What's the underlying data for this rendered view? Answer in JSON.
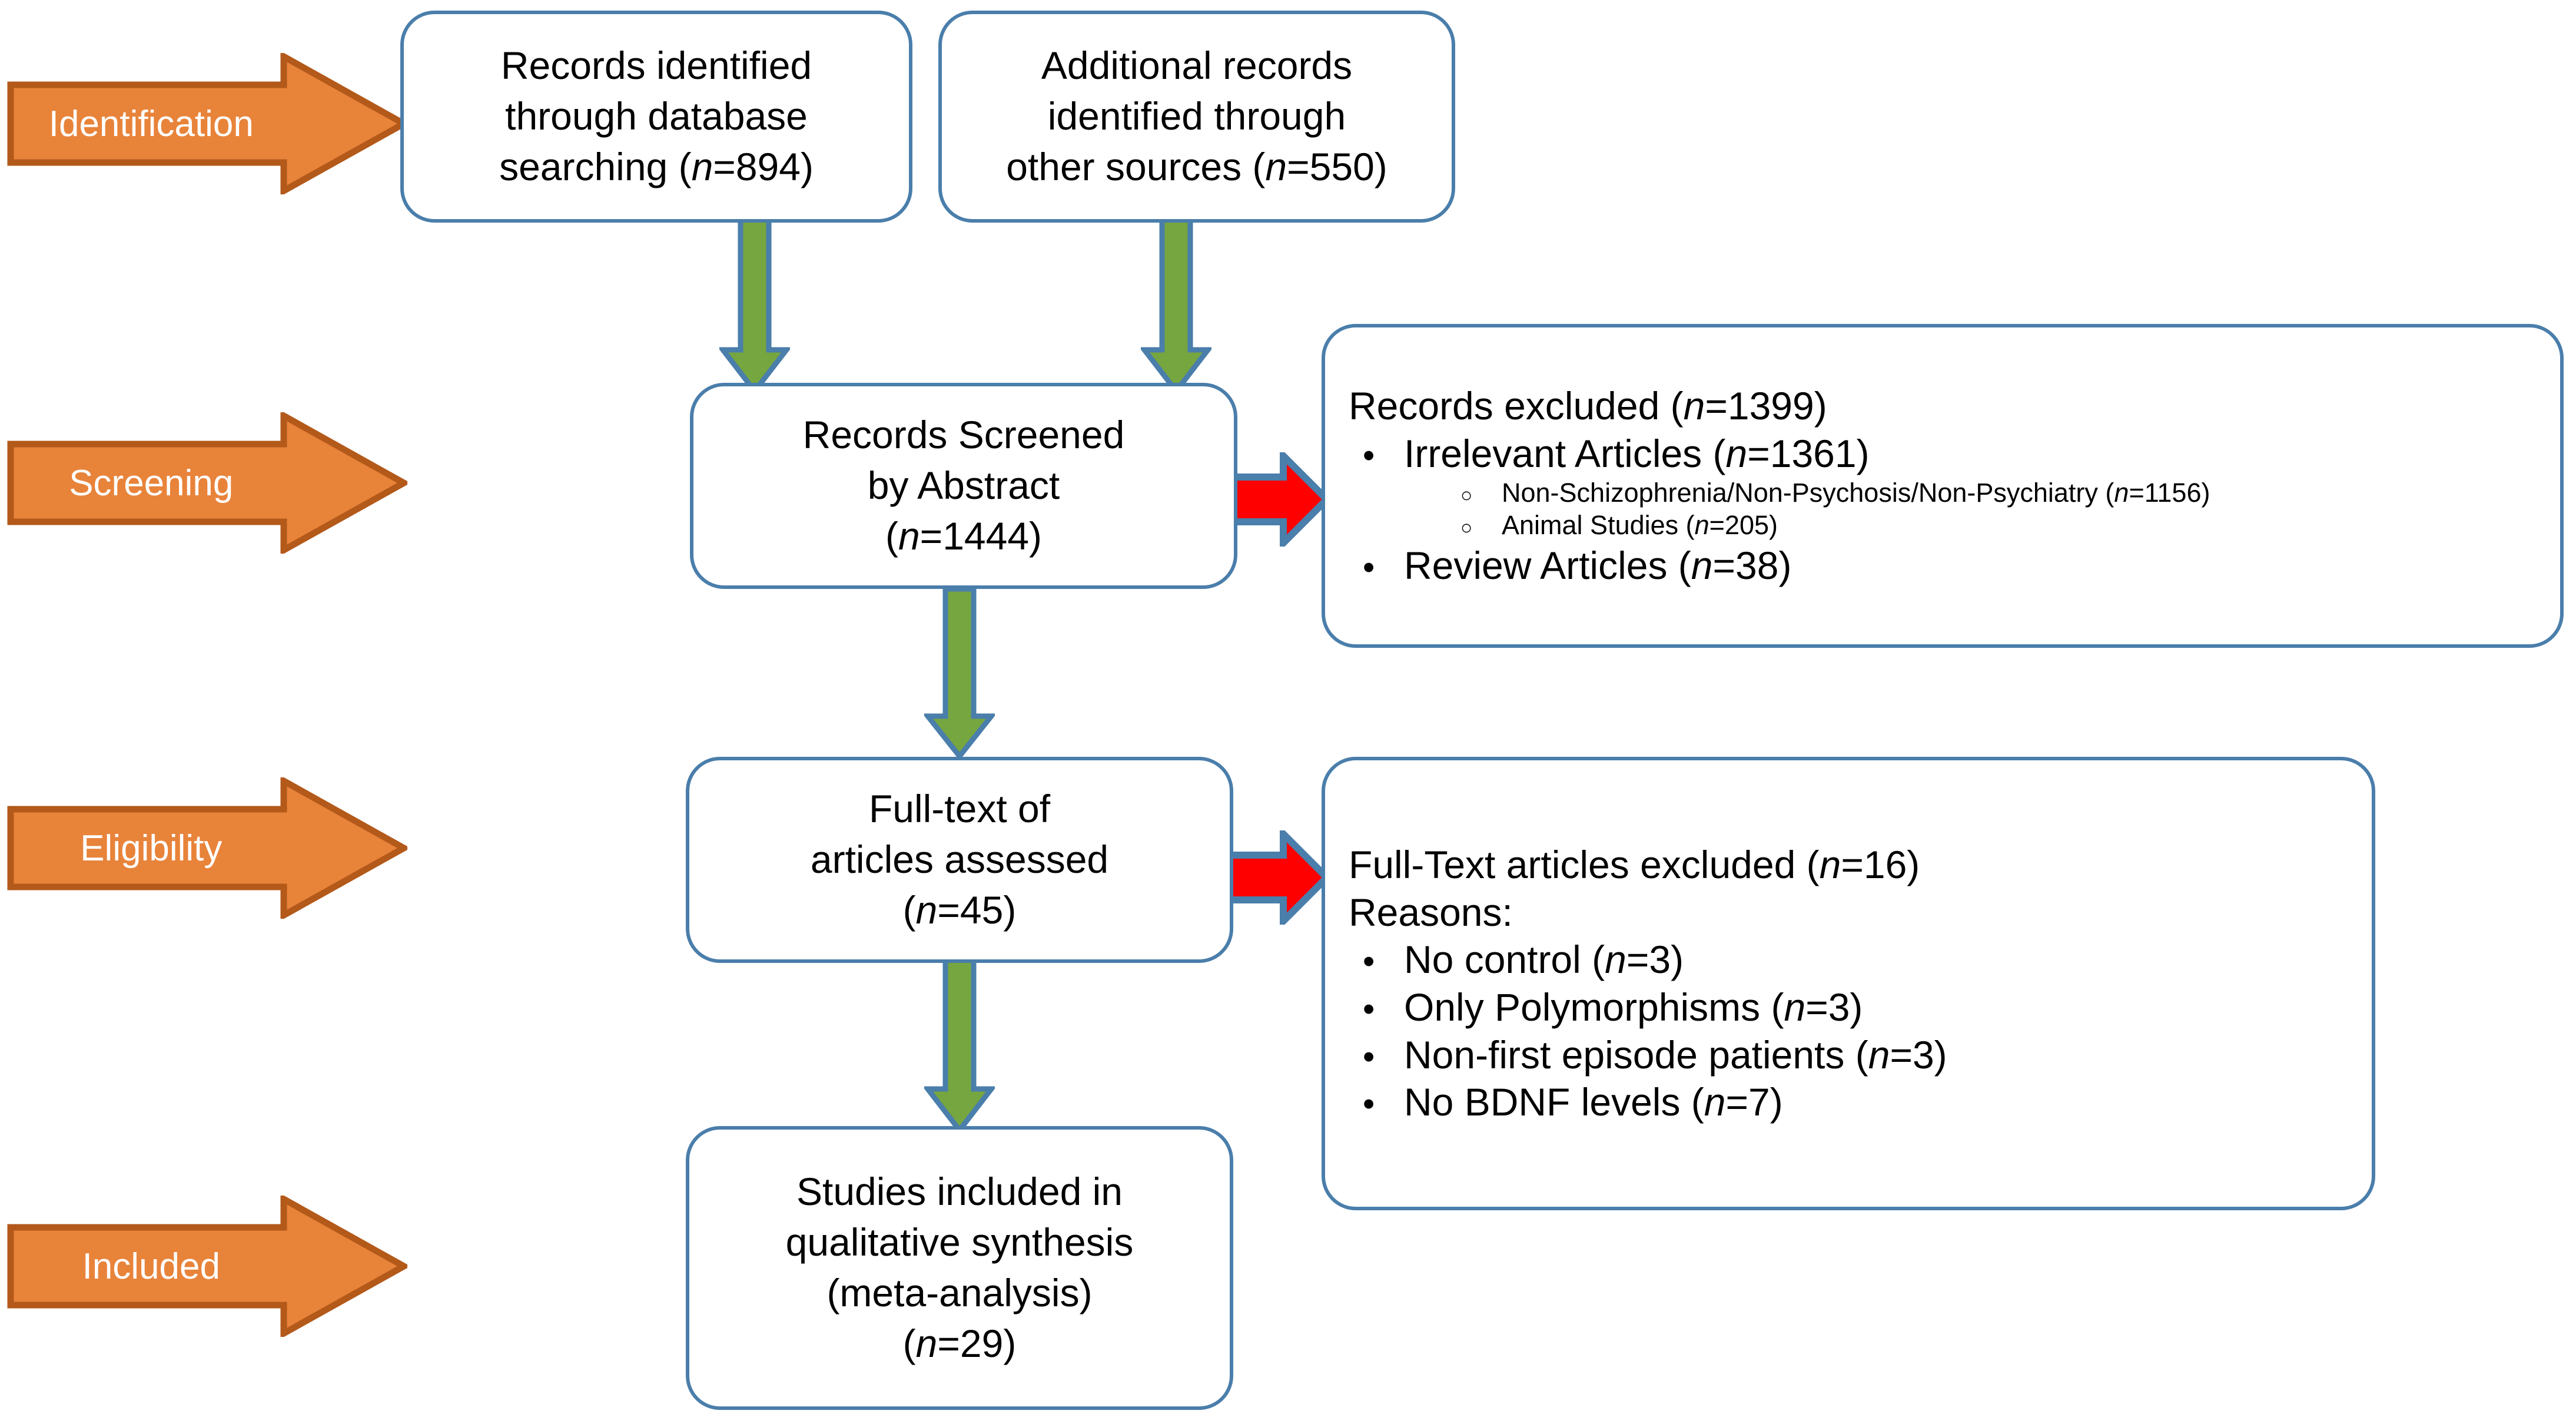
{
  "diagram": {
    "title": "PRISMA flow diagram",
    "colors": {
      "box_border": "#4A7EAB",
      "stage_arrow_fill": "#E8833A",
      "stage_arrow_stroke": "#B3591A",
      "stage_arrow_text": "#FFFFFF",
      "down_arrow_fill": "#76A63F",
      "down_arrow_stroke": "#4A7EAB",
      "exclude_arrow_fill": "#FF0000",
      "exclude_arrow_stroke": "#4A7EAB",
      "text": "#000000",
      "background": "#FFFFFF"
    }
  },
  "stages": [
    {
      "label": "Identification"
    },
    {
      "label": "Screening"
    },
    {
      "label": "Eligibility"
    },
    {
      "label": "Included"
    }
  ],
  "boxes": {
    "database_records": {
      "lines": [
        "Records identified",
        "through database",
        "searching ("
      ],
      "line1": "Records identified",
      "line2": "through database",
      "line3_pre": "searching (",
      "line3_n": "n",
      "line3_post": "=894)",
      "count": 894
    },
    "other_records": {
      "line1": "Additional records",
      "line2": "identified through",
      "line3_pre": "other sources (",
      "line3_n": "n",
      "line3_post": "=550)",
      "count": 550
    },
    "records_screened": {
      "line1": "Records Screened",
      "line2": "by Abstract",
      "line3_pre": "(",
      "line3_n": "n",
      "line3_post": "=1444)",
      "count": 1444
    },
    "full_text_assessed": {
      "line1": "Full-text of",
      "line2": "articles assessed",
      "line3_pre": "(",
      "line3_n": "n",
      "line3_post": "=45)",
      "count": 45
    },
    "studies_included": {
      "line1": "Studies included in",
      "line2": "qualitative synthesis",
      "line3": "(meta-analysis)",
      "line4_pre": "(",
      "line4_n": "n",
      "line4_post": "=29)",
      "count": 29
    }
  },
  "panels": {
    "records_excluded": {
      "heading_pre": "Records excluded (",
      "heading_n": "n",
      "heading_post": "=1399)",
      "total": 1399,
      "items": [
        {
          "level": 1,
          "marker": "•",
          "pre": "Irrelevant Articles (",
          "n": "n",
          "post": "=1361)",
          "count": 1361
        },
        {
          "level": 2,
          "marker": "○",
          "pre": "Non-Schizophrenia/Non-Psychosis/Non-Psychiatry (",
          "n": "n",
          "post": "=1156)",
          "count": 1156
        },
        {
          "level": 2,
          "marker": "○",
          "pre": "Animal Studies (",
          "n": "n",
          "post": "=205)",
          "count": 205
        },
        {
          "level": 1,
          "marker": "•",
          "pre": "Review Articles (",
          "n": "n",
          "post": "=38)",
          "count": 38
        }
      ]
    },
    "fulltext_excluded": {
      "heading_pre": "Full-Text articles excluded (",
      "heading_n": "n",
      "heading_post": "=16)",
      "total": 16,
      "subheading": "Reasons:",
      "items": [
        {
          "level": 1,
          "marker": "•",
          "pre": "No control (",
          "n": "n",
          "post": "=3)",
          "count": 3
        },
        {
          "level": 1,
          "marker": "•",
          "pre": "Only Polymorphisms (",
          "n": "n",
          "post": "=3)",
          "count": 3
        },
        {
          "level": 1,
          "marker": "•",
          "pre": "Non-first episode patients (",
          "n": "n",
          "post": "=3)",
          "count": 3
        },
        {
          "level": 1,
          "marker": "•",
          "pre": "No BDNF levels (",
          "n": "n",
          "post": "=7)",
          "count": 7
        }
      ]
    }
  }
}
